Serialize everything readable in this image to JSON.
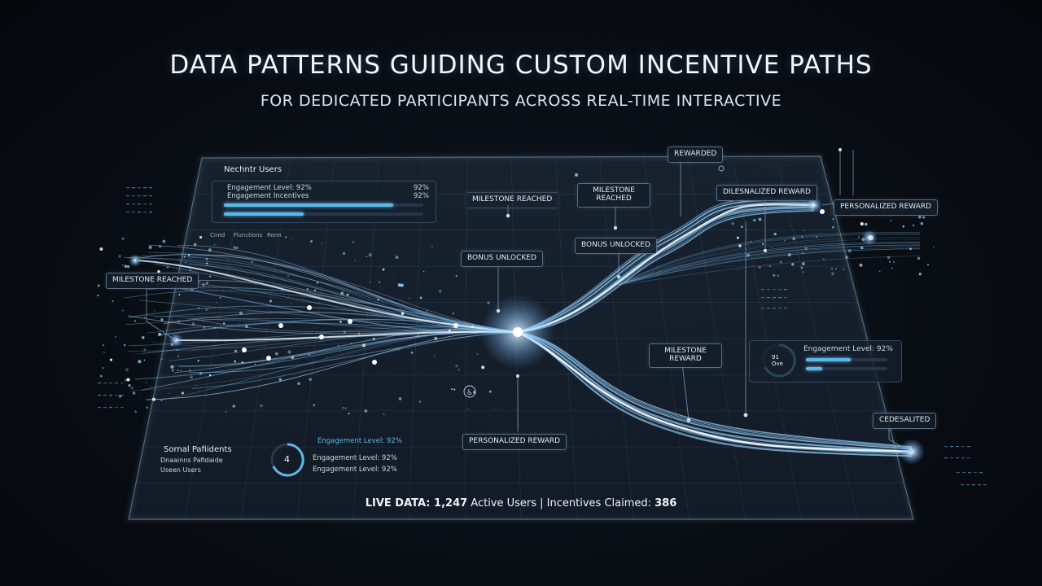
{
  "header": {
    "title": "DATA PATTERNS GUIDING CUSTOM INCENTIVE PATHS",
    "subtitle": "FOR DEDICATED PARTICIPANTS ACROSS REAL-TIME INTERACTIVE"
  },
  "top_left_panel": {
    "title": "Nechntr Users",
    "rows": [
      {
        "label": "Engagement Level: 92%",
        "value": "92%",
        "fill": 0.85
      },
      {
        "label": "Engagement Incentives",
        "value": "92%",
        "fill": 0.4
      }
    ],
    "tabs": [
      "Cnnd",
      "Fiunctions",
      "Ronn"
    ]
  },
  "tags": {
    "milestone_reached_left": "MILESTONE REACHED",
    "milestone_reached_top": "MILESTONE REACHED",
    "milestone_reached_box": "MILESTONE\nREACHED",
    "bonus_unlocked_center": "BONUS UNLOCKED",
    "bonus_unlocked_right": "BONUS UNLOCKED",
    "personalized_reward_top": "DILESNALIZED REWARD",
    "personalized_reward_right": "PERSONALIZED REWARD",
    "rewarded_top": "REWARDED",
    "milestone_reward": "MILESTONE\nREWARD",
    "personalized_reward_bottom": "PERSONALIZED REWARD",
    "cedesalited": "CEDESALITED"
  },
  "engagement_panel_right": {
    "title": "Engagement Level: 92%",
    "ring_value": "91\nOve",
    "bars": [
      0.55,
      0.2
    ]
  },
  "bottom_left_panel": {
    "title": "Sornal Pafiidents",
    "lines": [
      "Dnaainns Pafidaide",
      "Useen Users"
    ],
    "ring_value": "4",
    "stats": [
      "Engagement Level: 92%",
      "Engagement Level: 92%",
      "Engagement Level: 92%"
    ]
  },
  "live_bar": {
    "prefix": "LIVE DATA: 1,247",
    "users": " Active Users | Incentives Claimed: ",
    "claimed": "386"
  },
  "colors": {
    "accent": "#5fb7e8",
    "glow": "#bfe6ff",
    "panel_border": "#3a4b5e",
    "background": "#06080c"
  }
}
